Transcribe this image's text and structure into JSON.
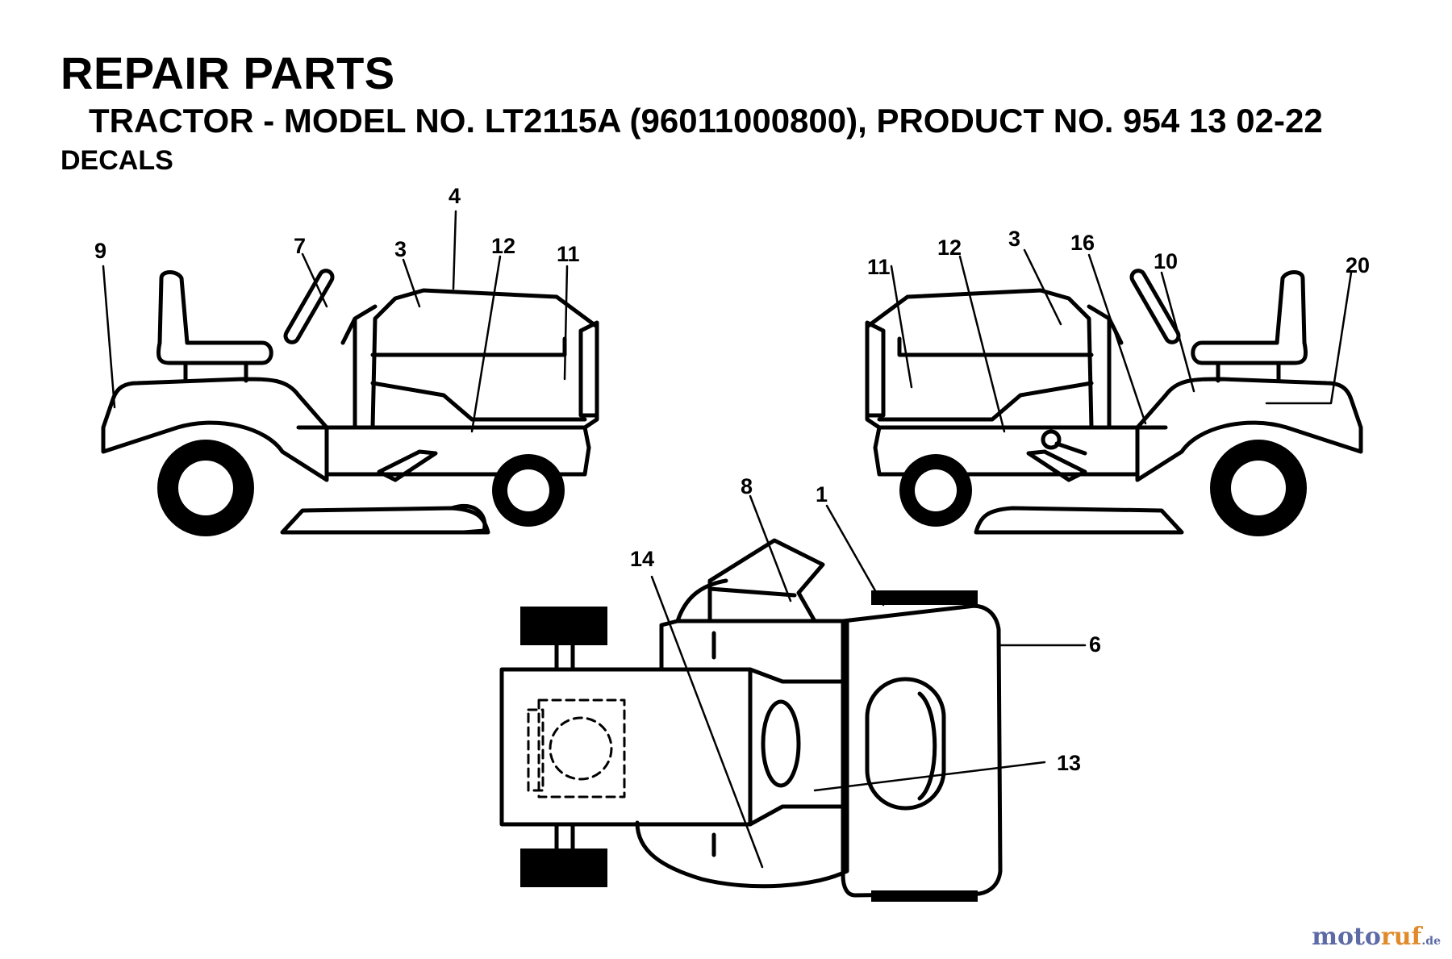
{
  "header": {
    "title": "REPAIR PARTS",
    "subtitle": "TRACTOR - MODEL NO. LT2115A (96011000800), PRODUCT NO. 954 13 02-22",
    "section": "DECALS"
  },
  "callouts": {
    "left_view": [
      "9",
      "7",
      "3",
      "4",
      "12",
      "11"
    ],
    "right_view": [
      "11",
      "12",
      "3",
      "16",
      "10",
      "20"
    ],
    "top_view": [
      "8",
      "1",
      "14",
      "6",
      "13"
    ]
  },
  "watermark": {
    "part1": "moto",
    "part2": "ruf",
    "part3": ".de"
  },
  "colors": {
    "line": "#000000",
    "background": "#ffffff"
  }
}
